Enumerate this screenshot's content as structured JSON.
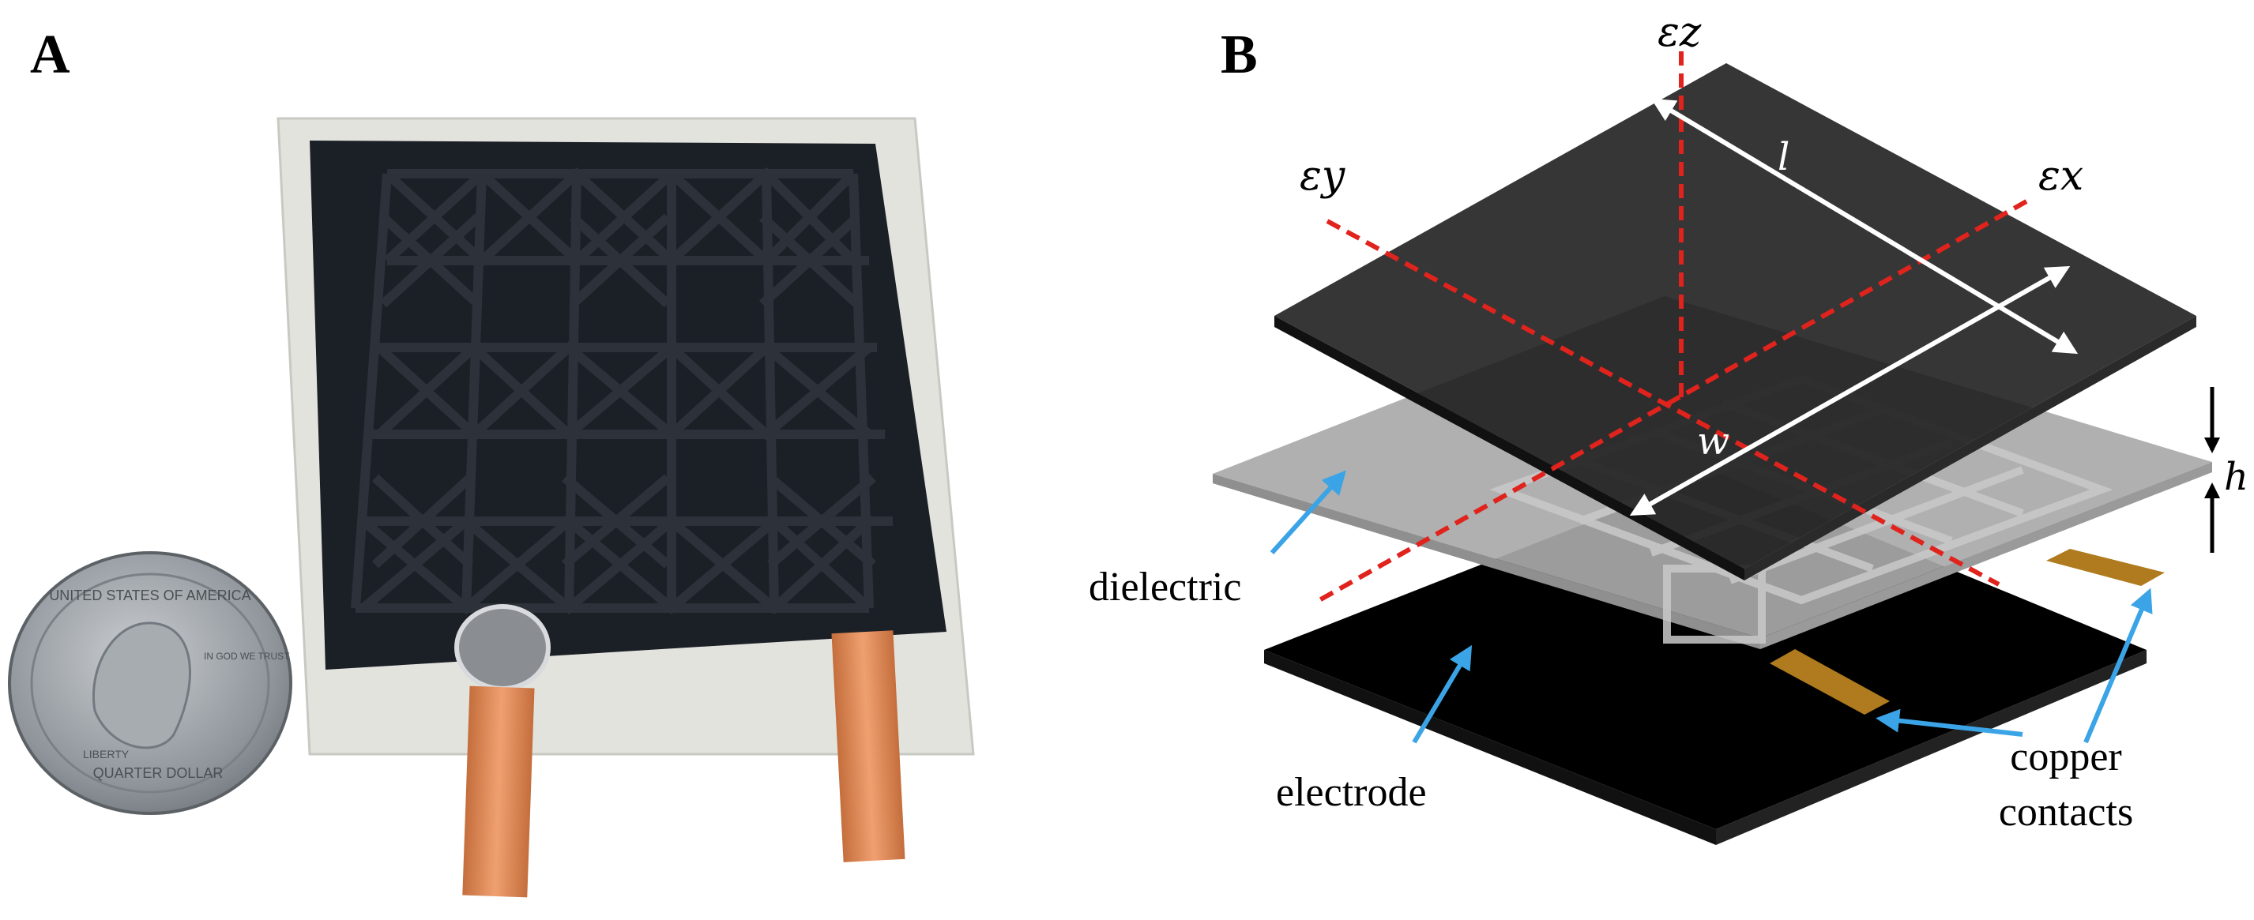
{
  "panels": {
    "a": {
      "label": "A"
    },
    "b": {
      "label": "B"
    }
  },
  "axes": {
    "z": {
      "label": "εz"
    },
    "y": {
      "label": "εy"
    },
    "x": {
      "label": "εx"
    }
  },
  "dimensions": {
    "length": "l",
    "width": "w",
    "height": "h"
  },
  "callouts": {
    "dielectric": "dielectric",
    "electrode": "electrode",
    "copper_line1": "copper",
    "copper_line2": "contacts"
  },
  "coin": {
    "top_text": "UNITED STATES OF AMERICA",
    "bottom_text": "QUARTER DOLLAR",
    "left_text": "LIBERTY",
    "right_text": "IN GOD WE TRUST"
  },
  "colors": {
    "axis_red": "#e0231c",
    "callout_blue": "#3ba4e6",
    "electrode_top": "#2a2a2a",
    "electrode_bottom": "#000000",
    "dielectric": "#a9a9a9",
    "copper": "#b07a1e",
    "copper_tape": "#d9875a",
    "sensor_dark": "#1b1f26",
    "sensor_border": "#dcdcd6",
    "coin": "#9aa0a6"
  }
}
